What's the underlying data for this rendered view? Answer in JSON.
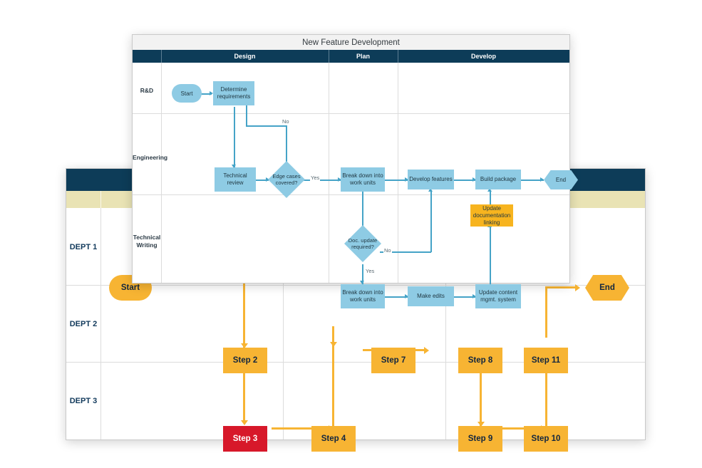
{
  "colors": {
    "navy": "#0d3c58",
    "cream": "#e9e3b4",
    "orange": "#f7b433",
    "red": "#d7182a",
    "blue": "#8ecbe4",
    "blue_line": "#45a3c7",
    "label_navy": "#123a5c"
  },
  "back_panel": {
    "name": "swimlane-department-diagram",
    "lane_labels": [
      "DEPT 1",
      "DEPT 2",
      "DEPT 3"
    ],
    "nodes": [
      {
        "id": "start",
        "label": "Start",
        "shape": "capsule",
        "color": "#f7b433",
        "lane": "DEPT 1",
        "column": 1
      },
      {
        "id": "end",
        "label": "End",
        "shape": "hexagon",
        "color": "#f7b433",
        "lane": "DEPT 1",
        "column": 4
      },
      {
        "id": "step2",
        "label": "Step 2",
        "shape": "rect",
        "color": "#f7b433",
        "lane": "DEPT 2",
        "column": 2
      },
      {
        "id": "step7",
        "label": "Step 7",
        "shape": "rect",
        "color": "#f7b433",
        "lane": "DEPT 2",
        "column": 3
      },
      {
        "id": "step8",
        "label": "Step 8",
        "shape": "rect",
        "color": "#f7b433",
        "lane": "DEPT 2",
        "column": 4
      },
      {
        "id": "step11",
        "label": "Step 11",
        "shape": "rect",
        "color": "#f7b433",
        "lane": "DEPT 2",
        "column": 4
      },
      {
        "id": "step3",
        "label": "Step 3",
        "shape": "rect",
        "color": "#d7182a",
        "lane": "DEPT 3",
        "column": 2
      },
      {
        "id": "step4",
        "label": "Step 4",
        "shape": "rect",
        "color": "#f7b433",
        "lane": "DEPT 3",
        "column": 3
      },
      {
        "id": "step9",
        "label": "Step 9",
        "shape": "rect",
        "color": "#f7b433",
        "lane": "DEPT 3",
        "column": 4
      },
      {
        "id": "step10",
        "label": "Step 10",
        "shape": "rect",
        "color": "#f7b433",
        "lane": "DEPT 3",
        "column": 4
      }
    ],
    "edges": [
      {
        "from": "start",
        "to": "step2"
      },
      {
        "from": "step2",
        "to": "step3"
      },
      {
        "from": "step3",
        "to": "step4"
      },
      {
        "from": "step4",
        "to": "step7"
      },
      {
        "from": "step7",
        "to": "step8"
      },
      {
        "from": "step8",
        "to": "step9"
      },
      {
        "from": "step9",
        "to": "step10"
      },
      {
        "from": "step10",
        "to": "step11"
      },
      {
        "from": "step11",
        "to": "end"
      }
    ]
  },
  "front_panel": {
    "name": "new-feature-development-flowchart",
    "title": "New Feature Development",
    "phase_headers": [
      "",
      "Design",
      "Plan",
      "Develop"
    ],
    "lane_labels": [
      "R&D",
      "Engineering",
      "Technical\nWriting"
    ],
    "lane_label_rd": "R&D",
    "lane_label_eng": "Engineering",
    "lane_label_tw_1": "Technical",
    "lane_label_tw_2": "Writing",
    "nodes": [
      {
        "id": "start",
        "label": "Start",
        "shape": "capsule",
        "color": "#8ecbe4",
        "lane": "R&D",
        "phase": "Design"
      },
      {
        "id": "determine",
        "label": "Determine requirements",
        "shape": "rect",
        "color": "#8ecbe4",
        "lane": "R&D",
        "phase": "Design"
      },
      {
        "id": "techreview",
        "label": "Technical review",
        "shape": "rect",
        "color": "#8ecbe4",
        "lane": "Engineering",
        "phase": "Design"
      },
      {
        "id": "edgecases",
        "label": "Edge cases covered?",
        "shape": "diamond",
        "color": "#8ecbe4",
        "lane": "Engineering",
        "phase": "Design"
      },
      {
        "id": "breakdown_eng",
        "label": "Break down into work units",
        "shape": "rect",
        "color": "#8ecbe4",
        "lane": "Engineering",
        "phase": "Plan"
      },
      {
        "id": "develop",
        "label": "Develop features",
        "shape": "rect",
        "color": "#8ecbe4",
        "lane": "Engineering",
        "phase": "Develop"
      },
      {
        "id": "buildpkg",
        "label": "Build package",
        "shape": "rect",
        "color": "#8ecbe4",
        "lane": "Engineering",
        "phase": "Develop"
      },
      {
        "id": "end",
        "label": "End",
        "shape": "hexagon",
        "color": "#8ecbe4",
        "lane": "Engineering",
        "phase": "Develop"
      },
      {
        "id": "updatedoclink",
        "label": "Update documentation linking",
        "shape": "rect",
        "color": "#f7b41f",
        "lane": "Engineering",
        "phase": "Develop"
      },
      {
        "id": "docupdate",
        "label": "Doc. update required?",
        "shape": "diamond",
        "color": "#8ecbe4",
        "lane": "Technical Writing",
        "phase": "Plan"
      },
      {
        "id": "breakdown_tw",
        "label": "Break down into work units",
        "shape": "rect",
        "color": "#8ecbe4",
        "lane": "Technical Writing",
        "phase": "Plan"
      },
      {
        "id": "makeedits",
        "label": "Make edits",
        "shape": "rect",
        "color": "#8ecbe4",
        "lane": "Technical Writing",
        "phase": "Develop"
      },
      {
        "id": "updatecms",
        "label": "Update content mgmt. system",
        "shape": "rect",
        "color": "#8ecbe4",
        "lane": "Technical Writing",
        "phase": "Develop"
      }
    ],
    "edge_labels": {
      "no_edge_cases": "No",
      "yes_edge_cases": "Yes",
      "no_doc_update": "No",
      "yes_doc_update": "Yes"
    },
    "node_text": {
      "start": "Start",
      "determine_l1": "Determine",
      "determine_l2": "requirements",
      "techreview_l1": "Technical",
      "techreview_l2": "review",
      "edgecases_l1": "Edge cases",
      "edgecases_l2": "covered?",
      "breakdown_l1": "Break down into",
      "breakdown_l2": "work units",
      "develop": "Develop features",
      "buildpkg": "Build package",
      "end": "End",
      "updatedoc_l1": "Update",
      "updatedoc_l2": "documentation",
      "updatedoc_l3": "linking",
      "docupdate_l1": "Doc. update",
      "docupdate_l2": "required?",
      "makeedits": "Make edits",
      "updatecms_l1": "Update content",
      "updatecms_l2": "mgmt. system"
    }
  }
}
